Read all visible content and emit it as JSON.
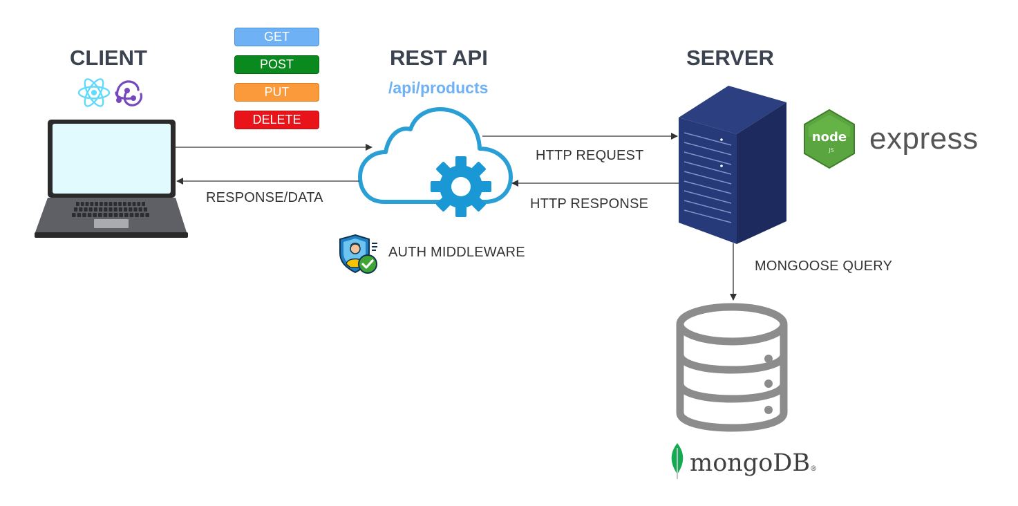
{
  "client": {
    "heading": "CLIENT",
    "icons": [
      "react-icon",
      "redux-icon"
    ]
  },
  "api": {
    "heading": "REST API",
    "endpoint": "/api/products"
  },
  "server": {
    "heading": "SERVER"
  },
  "methods": [
    {
      "label": "GET",
      "color": "#6fb1f5",
      "border": "#4a90d9"
    },
    {
      "label": "POST",
      "color": "#0a8a1e",
      "border": "#066b15"
    },
    {
      "label": "PUT",
      "color": "#fb9a3a",
      "border": "#d97e22"
    },
    {
      "label": "DELETE",
      "color": "#e8141a",
      "border": "#b80f13"
    }
  ],
  "flows": {
    "http_request": "HTTP REQUEST",
    "http_response": "HTTP RESPONSE",
    "response_data": "RESPONSE/DATA",
    "mongoose_query": "MONGOOSE QUERY"
  },
  "middleware": {
    "label": "AUTH MIDDLEWARE"
  },
  "tech": {
    "node_badge": "node",
    "node_sub": "JS",
    "express": "express",
    "mongodb": "mongoDB",
    "mongodb_mark": "®"
  },
  "colors": {
    "heading": "#3b4350",
    "endpoint": "#6fb1f5",
    "cloud": "#2a9fd6",
    "gear": "#1a97d5",
    "server_dark": "#1f3063",
    "database": "#8c8c8c",
    "node_green": "#5aa540",
    "mongo_leaf": "#13aa52"
  }
}
